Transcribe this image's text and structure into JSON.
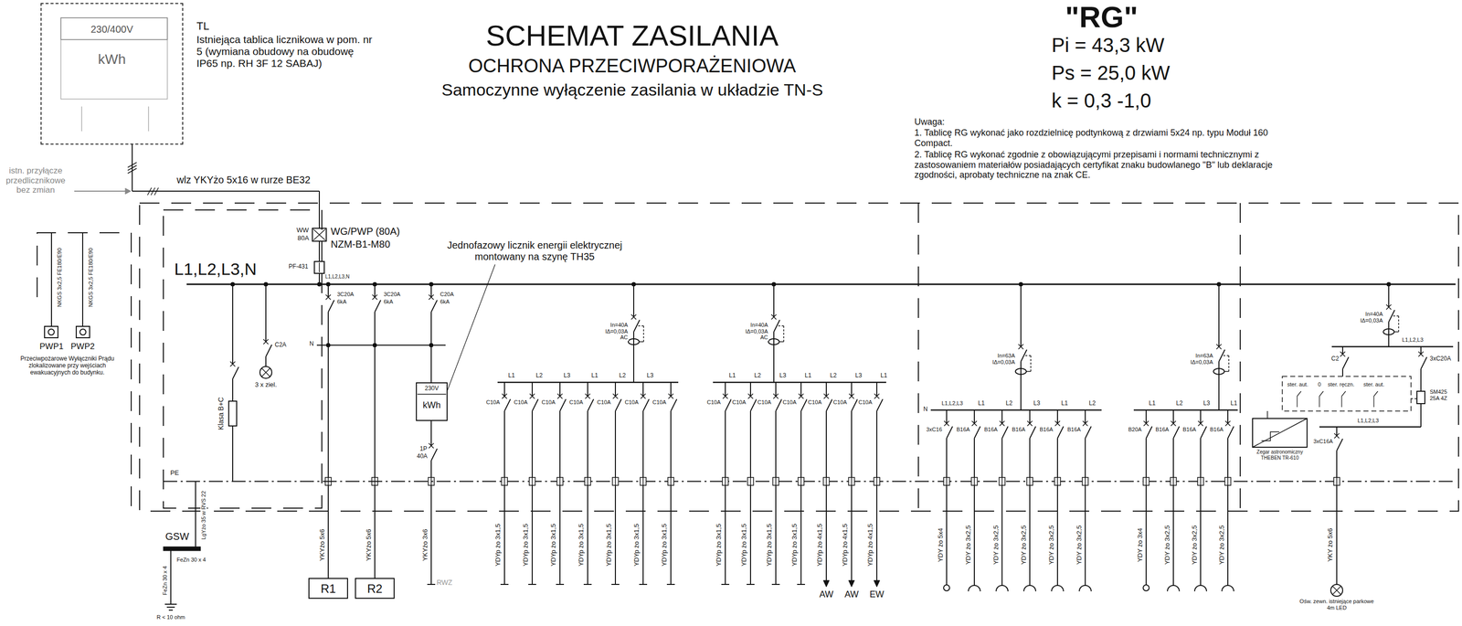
{
  "diagram": {
    "title": "SCHEMAT  ZASILANIA",
    "nodes": [
      {
        "text": [
          "230/400V",
          "kWh"
        ]
      },
      {
        "text": [
          "230V",
          "kWh"
        ]
      },
      {
        "text": [
          "R1"
        ]
      },
      {
        "text": [
          "R2"
        ]
      },
      {
        "text": [
          "Zegar astronomiczny THEBEN TR-610"
        ]
      }
    ],
    "labels": [
      "TL",
      "Istniejąca tablica licznikowa w pom. nr 5 (wymiana obudowy na obudowę IP65 np. RH 3F 12 SABAJ)",
      "istn. przyłącze przedlicznikowe bez zmian",
      "wlz YKYżo 5x16 w rurze BE32",
      "OCHRONA PRZECIWPORAŻENIOWA",
      "Samoczynne wyłączenie zasilania w układzie TN-S",
      "\"RG\"",
      "Pi = 43,3 kW",
      "Ps = 25,0 kW",
      "k = 0,3 -1,0",
      "Uwaga:",
      "1. Tablicę RG wykonać jako rozdzielnicę podtynkową z drzwiami 5x24 np. typu Moduł 160 Compact.",
      "2. Tablicę RG wykonać zgodnie z obowiązującymi przepisami i normami technicznymi z zastosowaniem materiałów posiadających certyfikat znaku budowlanego \"B\" lub deklaracje zgodności, aprobaty techniczne na znak CE.",
      "WW",
      "80A",
      "WG/PWP (80A)",
      "NZM-B1-M80",
      "PF-431",
      "L1,L2,L3,N",
      "L1,L2,L3,N",
      "Jednofazowy licznik energii elektrycznej montowany na szynę TH35",
      "3C20A",
      "6kA",
      "3C20A",
      "6kA",
      "C20A",
      "6kA",
      "N",
      "Klasa B+C",
      "C2A",
      "3 x ziel.",
      "1P",
      "40A",
      "PE",
      "YKYżo 5x6",
      "YKYżo 5x6",
      "YKYżo 3x6",
      "RWZ",
      "GSW",
      "LgYżo 35 w RVS 22",
      "FeZn 30 x 4",
      "FeZn 30 x 4",
      "R < 10 ohm",
      "NKGS 3x2,5 FE180/E90",
      "NKGS 3x2,5 FE180/E90",
      "PWP1",
      "PWP2",
      "Przeciwpożarowe Wyłączniki Prądu zlokalizowane przy wejściach ewakuacyjnych do budynku.",
      "In=40A IΔ=0,03A AC",
      "L1",
      "L2",
      "L3",
      "L1",
      "L2",
      "L3",
      "C10A",
      "C10A",
      "C10A",
      "C10A",
      "C10A",
      "C10A",
      "C10A",
      "YDYp żo 3x1,5",
      "YDYp żo 3x1,5",
      "YDYp żo 3x1,5",
      "YDYp żo 3x1,5",
      "YDYp żo 3x1,5",
      "YDYp żo 3x1,5",
      "YDYp żo 3x1,5",
      "In=40A IΔ=0,03A AC",
      "L1",
      "L2",
      "L3",
      "L1",
      "L2",
      "L3",
      "L1",
      "C10A",
      "C10A",
      "C10A",
      "C10A",
      "C10A",
      "C10A",
      "C10A",
      "YDYp żo 3x1,5",
      "YDYp żo 3x1,5",
      "YDYp żo 3x1,5",
      "YDYp żo 3x1,5",
      "YDYp żo 4x1,5",
      "YDYp żo 4x1,5",
      "YDYp żo 4x1,5",
      "AW",
      "AW",
      "EW",
      "In=63A IΔ=0,03A",
      "L1,L2,L3",
      "N",
      "L1",
      "L2",
      "L3",
      "L1",
      "L2",
      "3xC16",
      "B16A",
      "B16A",
      "B16A",
      "B16A",
      "B16A",
      "YDY żo 5x4",
      "YDY żo 3x2,5",
      "YDY żo 3x2,5",
      "YDY żo 3x2,5",
      "YDY żo 3x2,5",
      "YDY żo 3x2,5",
      "In=63A IΔ=0,03A",
      "L1",
      "L2",
      "L3",
      "L1",
      "B20A",
      "B16A",
      "B16A",
      "B16A",
      "YDY żo 3x4",
      "YDY żo 3x2,5",
      "YDY żo 3x2,5",
      "YDY żo 3x2,5",
      "In=40A IΔ=0,03A",
      "L1,L2,L3",
      "C2",
      "3xC20A",
      "SM425 25A 4Z",
      "ster. aut.",
      "0",
      "ster. ręczn.",
      "ster. aut.",
      "L1,L2,L3",
      "3xC16A",
      "YKY żo 5x6",
      "Ośw. zewn. istniejące parkowe 4m LED"
    ]
  }
}
